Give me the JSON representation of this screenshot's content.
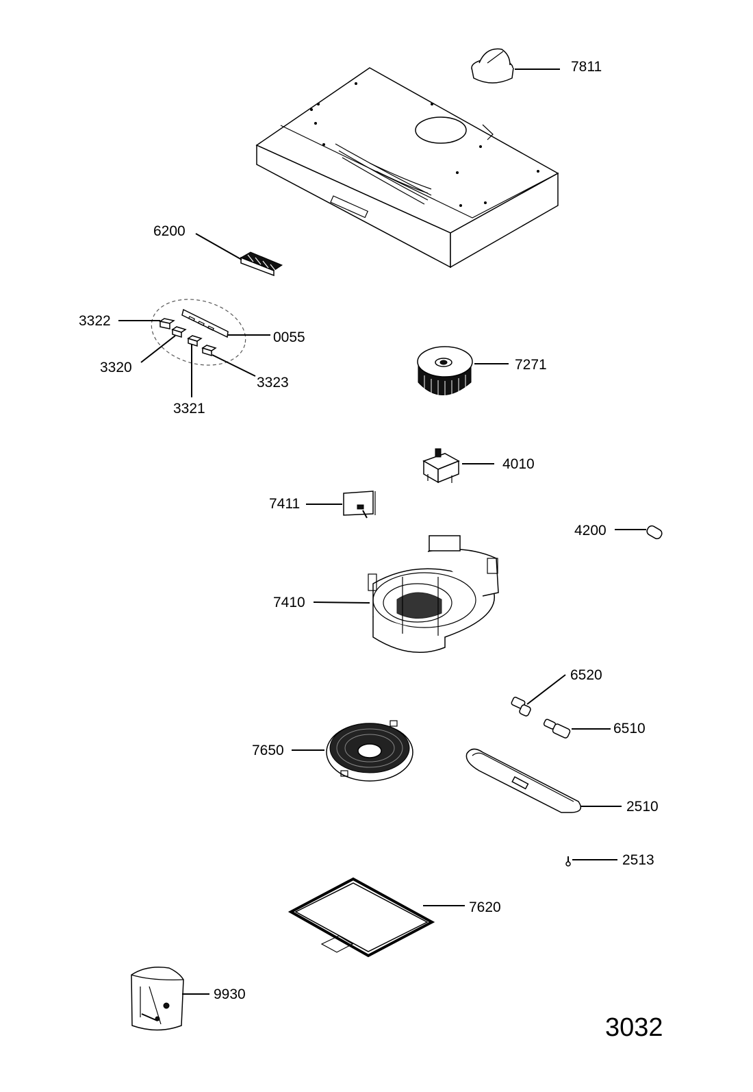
{
  "parts": [
    {
      "id": "p7811",
      "label": "7811"
    },
    {
      "id": "p6200",
      "label": "6200"
    },
    {
      "id": "p3322",
      "label": "3322"
    },
    {
      "id": "p0055",
      "label": "0055"
    },
    {
      "id": "p3320",
      "label": "3320"
    },
    {
      "id": "p3323",
      "label": "3323"
    },
    {
      "id": "p3321",
      "label": "3321"
    },
    {
      "id": "p7271",
      "label": "7271"
    },
    {
      "id": "p4010",
      "label": "4010"
    },
    {
      "id": "p7411",
      "label": "7411"
    },
    {
      "id": "p4200",
      "label": "4200"
    },
    {
      "id": "p7410",
      "label": "7410"
    },
    {
      "id": "p6520",
      "label": "6520"
    },
    {
      "id": "p6510",
      "label": "6510"
    },
    {
      "id": "p7650",
      "label": "7650"
    },
    {
      "id": "p2510",
      "label": "2510"
    },
    {
      "id": "p2513",
      "label": "2513"
    },
    {
      "id": "p7620",
      "label": "7620"
    },
    {
      "id": "p9930",
      "label": "9930"
    }
  ],
  "diagram_number": "3032"
}
